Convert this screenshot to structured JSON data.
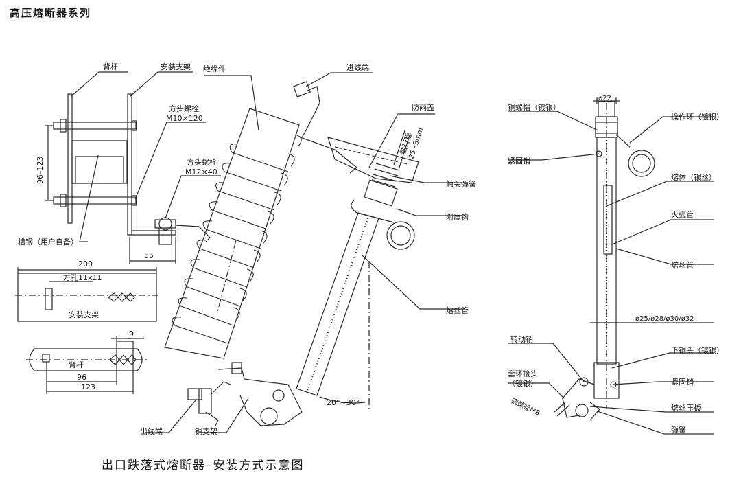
{
  "header": {
    "title": "高压熔断器系列"
  },
  "caption": "出口跌落式熔断器–安装方式示意图",
  "labels": {
    "back_bar": "背杆",
    "mount_bracket": "安装支架",
    "insulator": "绝缘件",
    "bolt1_name": "方头螺栓",
    "bolt1_size": "M10×120",
    "bolt2_name": "方头螺栓",
    "bolt2_size": "M12×40",
    "channel_steel": "槽钢（用户自备）",
    "dim_96_123": "96–123",
    "dim_55": "55",
    "dim_200": "200",
    "square_hole": "方孔11x11",
    "mount_bracket_2": "安装支架",
    "dim_9": "9",
    "back_bar_2": "背杆",
    "dim_96": "96",
    "dim_123": "123",
    "inlet_terminal": "进线端",
    "rain_cover": "防雨盖",
    "contact_spring": "触头弹簧",
    "hook": "附属钩",
    "fuse_tube": "熔丝管",
    "outlet_terminal": "出线端",
    "copper_bracket": "铜支架",
    "angle": "20°~30°",
    "stroke": "触行程",
    "stroke_value": "25~3mm",
    "copper_nut": "铜螺帽（镀银）",
    "lock_pin": "紧固销",
    "operating_ring": "操作环（镀银）",
    "dia_22": "ø22",
    "fuse_element": "熔体（银丝）",
    "arc_tube": "灭弧管",
    "fuse_tube_2": "熔丝管",
    "diameters": "ø25/ø28/ø30/ø32",
    "pivot_pin": "转动销",
    "lower_head": "下铜头（镀银）",
    "ring_joint": "套环接头",
    "ring_joint_sub": "（镀银）",
    "lock_pin_2": "紧固销",
    "copper_bolt": "铜螺栓M8",
    "fuse_plate": "熔丝压板",
    "spring": "弹簧"
  }
}
